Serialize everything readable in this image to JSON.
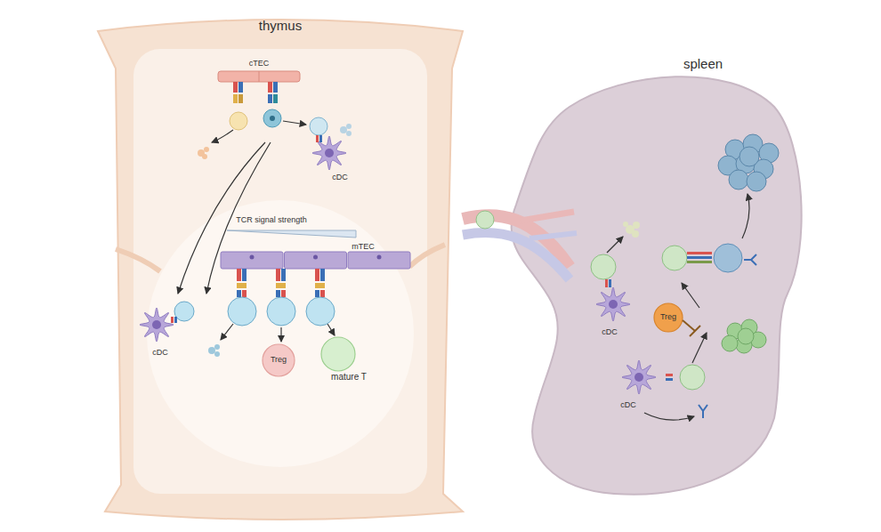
{
  "diagram": {
    "nodes": [
      {
        "text": [
          "thymus"
        ]
      },
      {
        "text": [
          "cTEC"
        ],
        "in": 0
      },
      {
        "text": [
          "cDC"
        ],
        "in": 0
      },
      {
        "text": [
          "mTEC"
        ],
        "in": 0
      },
      {
        "text": [
          "cDC"
        ],
        "in": 0
      },
      {
        "text": [
          "Treg"
        ],
        "in": 0
      },
      {
        "text": [
          "mature T"
        ],
        "in": 0
      },
      {
        "text": [
          "spleen"
        ]
      },
      {
        "text": [
          "cDC"
        ],
        "in": 7
      },
      {
        "text": [
          "Treg"
        ],
        "in": 7
      },
      {
        "text": [
          "cDC"
        ],
        "in": 7
      }
    ],
    "labels": [
      "TCR signal strength"
    ]
  }
}
